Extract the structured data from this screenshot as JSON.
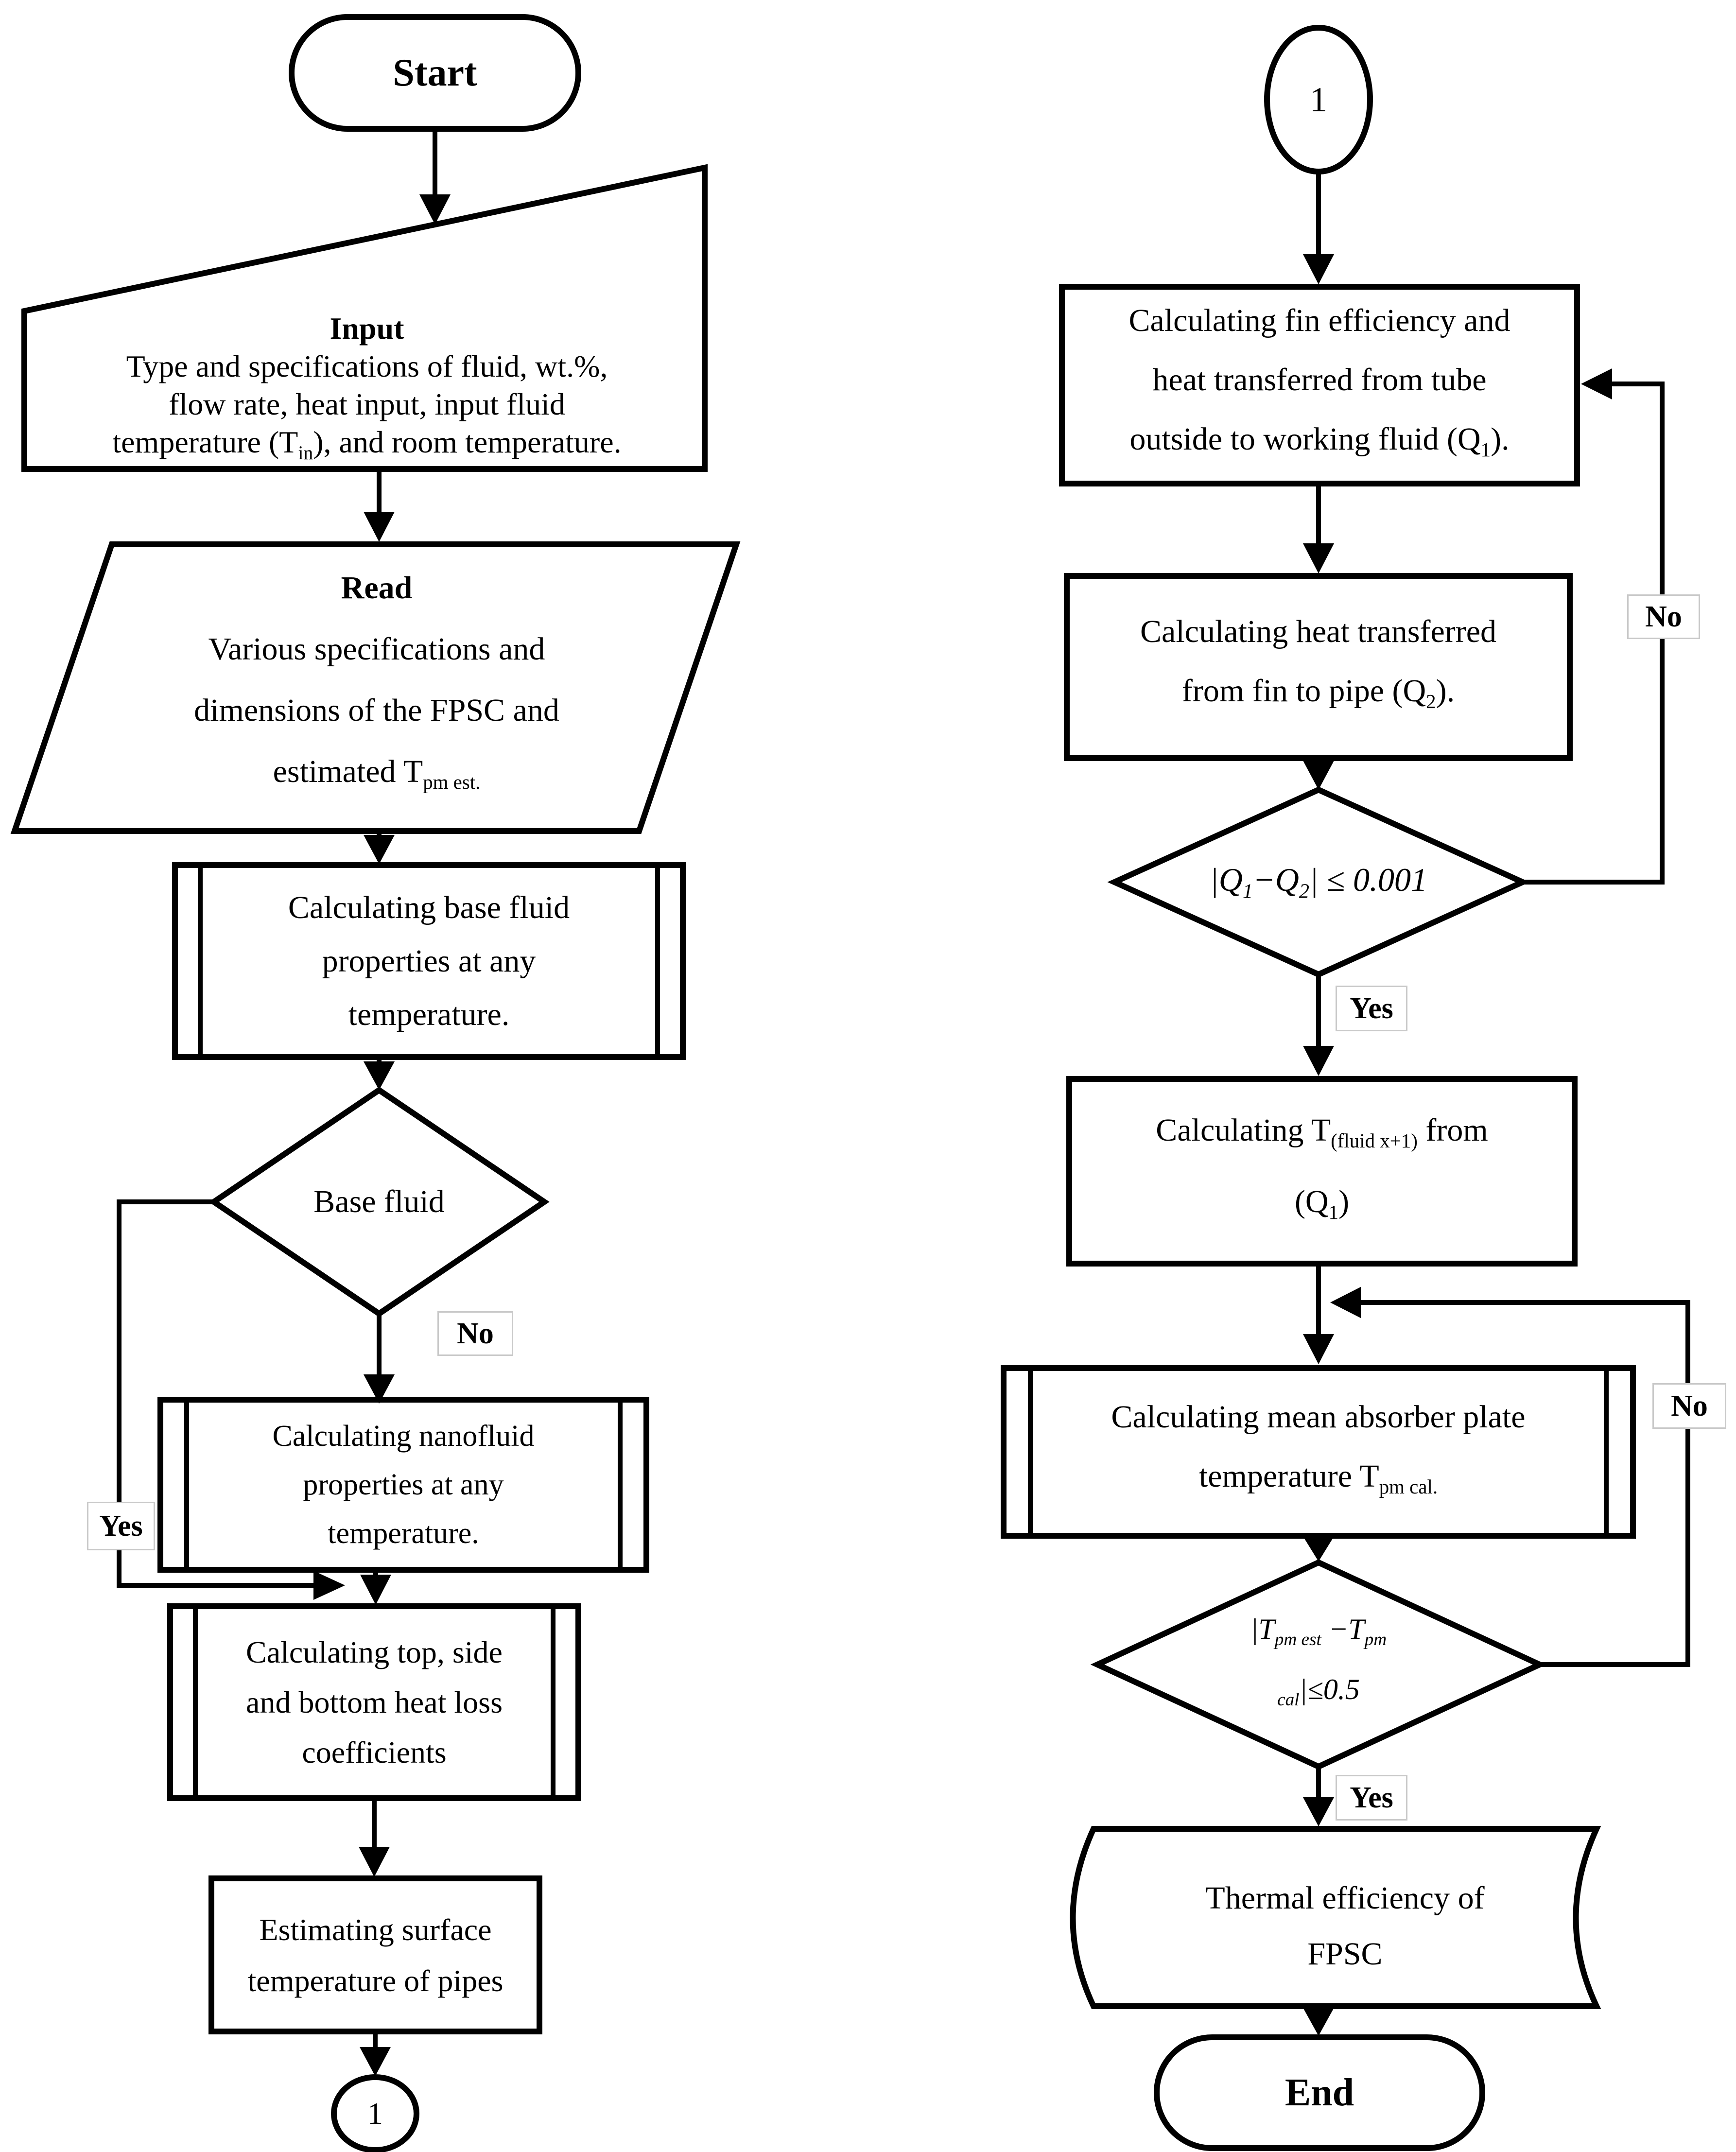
{
  "left_column": {
    "start": {
      "label": "Start"
    },
    "input": {
      "title": "Input",
      "line1": "Type and specifications of fluid, wt.%,",
      "line2": "flow rate, heat input, input fluid",
      "line3_pre": "temperature (T",
      "line3_sub": "in",
      "line3_post": "), and room temperature."
    },
    "read": {
      "title": "Read",
      "line1": "Various specifications and",
      "line2": "dimensions of the FPSC and",
      "line3_pre": "estimated T",
      "line3_sub": "pm est."
    },
    "base_fluid_props": {
      "line1": "Calculating base fluid",
      "line2": "properties at any",
      "line3": "temperature."
    },
    "base_fluid_decision": {
      "label": "Base fluid",
      "no_label": "No",
      "yes_label": "Yes"
    },
    "nanofluid_props": {
      "line1": "Calculating nanofluid",
      "line2": "properties at any",
      "line3": "temperature."
    },
    "heat_loss": {
      "line1": "Calculating top, side",
      "line2": "and bottom heat loss",
      "line3": "coefficients"
    },
    "surface_temp": {
      "line1": "Estimating surface",
      "line2": "temperature of pipes"
    },
    "connector": {
      "label": "1"
    }
  },
  "right_column": {
    "connector": {
      "label": "1"
    },
    "fin_efficiency": {
      "line1": "Calculating fin efficiency and",
      "line2": "heat transferred from tube",
      "line3_pre": "outside to working fluid (Q",
      "line3_sub": "1",
      "line3_post": ")."
    },
    "fin_to_pipe": {
      "line1": "Calculating heat transferred",
      "line2_pre": "from fin to pipe (Q",
      "line2_sub": "2",
      "line2_post": ")."
    },
    "q_decision": {
      "pre": "|Q",
      "sub1": "1",
      "mid": "−Q",
      "sub2": "2",
      "post": "| ≤ 0.001",
      "yes_label": "Yes",
      "no_label": "No"
    },
    "t_fluid": {
      "line1_pre": "Calculating T",
      "line1_sub": "(fluid x+1)",
      "line1_post": " from",
      "line2_pre": "(Q",
      "line2_sub": "1",
      "line2_post": ")"
    },
    "mean_plate": {
      "line1": "Calculating mean absorber plate",
      "line2_pre": "temperature T",
      "line2_sub": "pm cal.",
      "no_label": "No"
    },
    "tpm_decision": {
      "l1_pre": "|T",
      "l1_sub1": "pm est",
      "l1_mid": " −T",
      "l1_sub2": "pm",
      "l2_sub": "cal",
      "l2_post": "|≤0.5",
      "yes_label": "Yes"
    },
    "thermal_efficiency": {
      "line1": "Thermal efficiency of",
      "line2": "FPSC"
    },
    "end": {
      "label": "End"
    }
  },
  "colors": {
    "stroke": "#000000",
    "background": "#ffffff",
    "label_border": "#c9c9c9"
  }
}
